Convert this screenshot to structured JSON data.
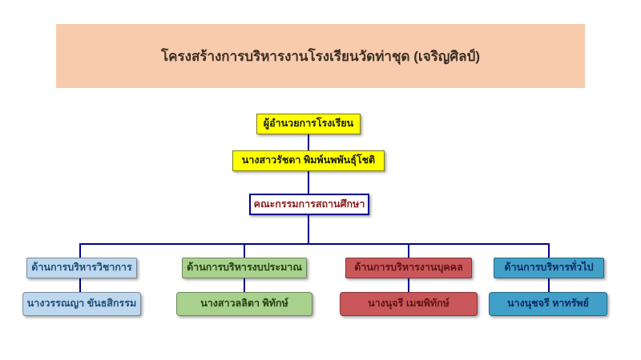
{
  "title": "โครงสร้างการบริหารงานโรงเรียนวัดท่าชุด (เจริญศิลป์)",
  "nodes": {
    "director_title": "ผู้อำนวยการโรงเรียน",
    "director_name": "นางสาวรัชดา พิมพ์นพพันธุ์โชติ",
    "committee": "คณะกรรมการสถานศึกษา"
  },
  "branches": [
    {
      "department": "ด้านการบริหารวิชาการ",
      "head": "นางวรรณญา ขันธสิกรรม",
      "fill": "#BDD7EE",
      "text_color": "#1F4E79"
    },
    {
      "department": "ด้านการบริหารงบประมาณ",
      "head": "นางสาวลลิตา พิทักษ์",
      "fill": "#A9D18E",
      "text_color": "#26400F"
    },
    {
      "department": "ด้านการบริหารงานบุคคล",
      "head": "นางนุจรี เมฆพิทักษ์",
      "fill": "#C9575A",
      "text_color": "#5E1513"
    },
    {
      "department": "ด้านการบริหารทั่วไป",
      "head": "นางนุชจรี หาทรัพย์",
      "fill": "#41A0C8",
      "text_color": "#102A63"
    }
  ],
  "colors": {
    "banner_bg": "#F8CBAD",
    "level_box_bg": "#FFFF00",
    "connector_line": "#00008B",
    "committee_text": "#8B1A1A"
  }
}
